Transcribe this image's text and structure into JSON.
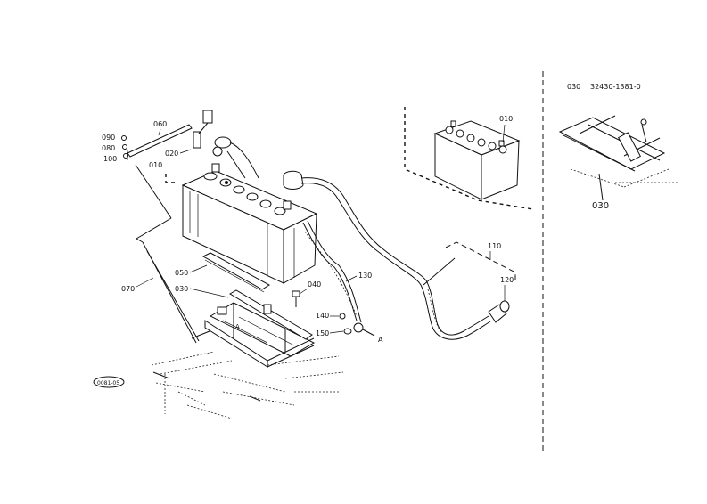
{
  "labels": {
    "010_main": "010",
    "010_inset": "010",
    "020": "020",
    "030_main": "030",
    "030_inset": "030",
    "040": "040",
    "050": "050",
    "060": "060",
    "070": "070",
    "080": "080",
    "090": "090",
    "100": "100",
    "110": "110",
    "120": "120",
    "130": "130",
    "140": "140",
    "150": "150",
    "A": "A",
    "ref_a": "A"
  },
  "header": {
    "item": "030",
    "part_number": "32430-1381-0"
  },
  "stamp": "0081-05"
}
